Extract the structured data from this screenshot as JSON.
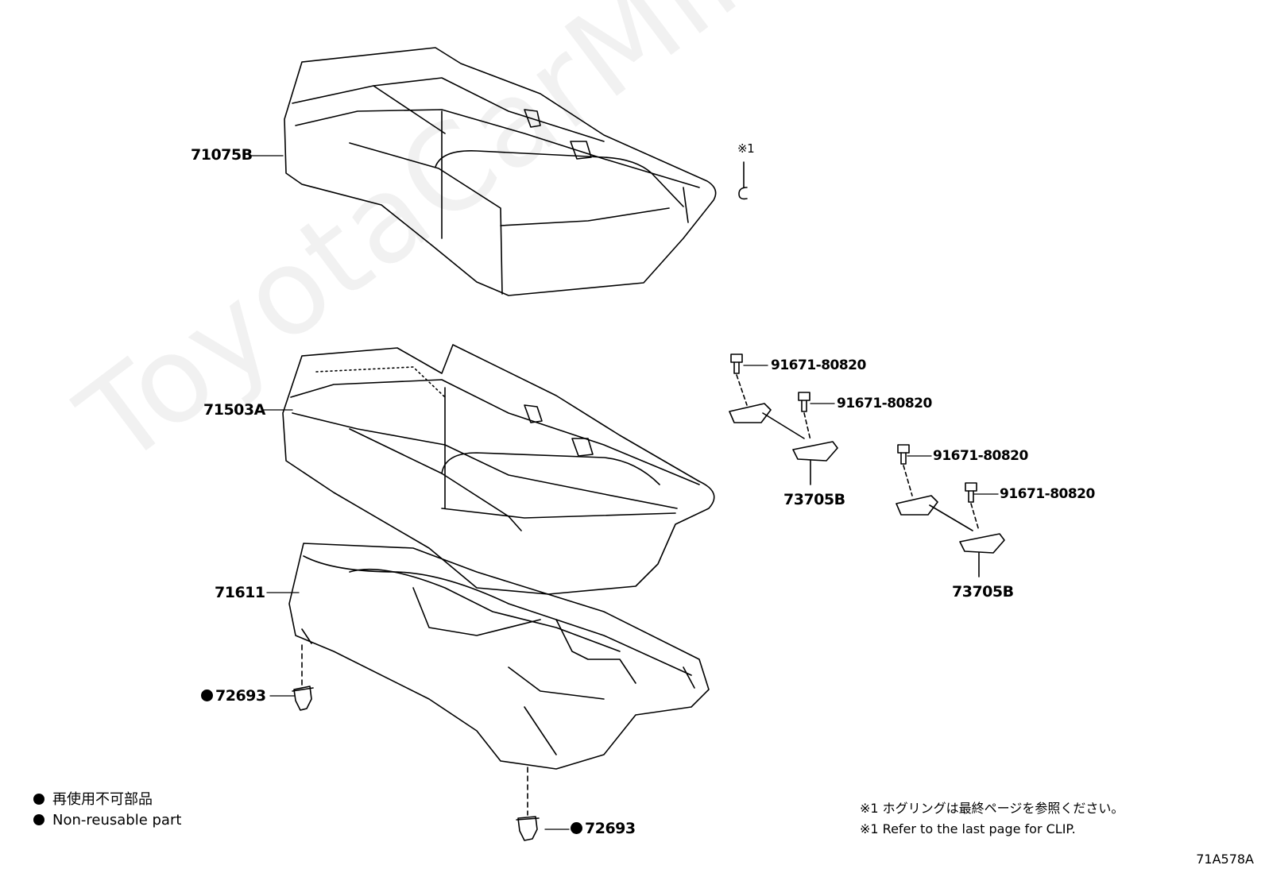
{
  "watermark": "ToyotaCarMine.ru",
  "callouts": {
    "cover_upper": "71075B",
    "cover_lower": "71503A",
    "pad": "71611",
    "clip_left": "72693",
    "clip_bottom": "72693",
    "bolt_1": "91671-80820",
    "bolt_2": "91671-80820",
    "bolt_3": "91671-80820",
    "bolt_4": "91671-80820",
    "hook_1": "73705B",
    "hook_2": "73705B",
    "ref_1": "※1"
  },
  "legend": {
    "jp": "再使用不可部品",
    "en": "Non-reusable part"
  },
  "notes": {
    "jp": "※1 ホグリングは最終ページを参照ください。",
    "en": "※1 Refer to the last page for CLIP."
  },
  "figure_code": "71A578A"
}
